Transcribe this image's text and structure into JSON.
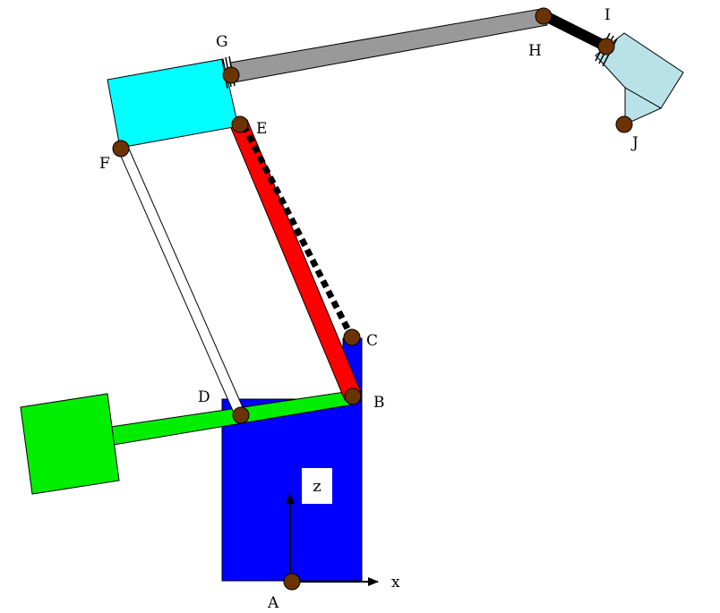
{
  "colors": {
    "base": "#0000ff",
    "counterweight": "#00ee00",
    "link_be": "#ff0000",
    "upper_block": "#00ffff",
    "forearm": "#999999",
    "wrist_link": "#000000",
    "end_effector": "#b9e2e8",
    "joint": "#6b3300",
    "outline": "#000000"
  },
  "labels": {
    "joint_a": "A",
    "joint_b": "B",
    "joint_c": "C",
    "joint_d": "D",
    "joint_e": "E",
    "joint_f": "F",
    "joint_g": "G",
    "joint_h": "H",
    "joint_i": "I",
    "joint_j": "J",
    "axis_x": "x",
    "axis_z": "z"
  }
}
